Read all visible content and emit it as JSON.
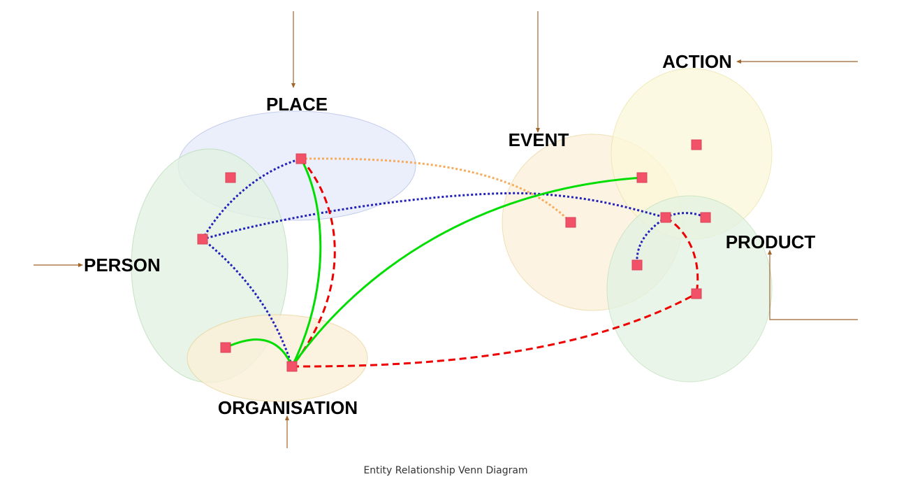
{
  "caption": "Entity Relationship Venn Diagram",
  "colors": {
    "node_fill": "#f25268",
    "node_stroke": "#d9435a",
    "pointer": "#a0652a",
    "solid_link": "#00dd00",
    "dashed_link": "#ee0000",
    "dotted_blue_link": "#2222bb",
    "dotted_orange_link": "#f6ac5c"
  },
  "sets": [
    {
      "id": "place",
      "label": "PLACE",
      "fill": "#e8edfb",
      "stroke": "#b9c3e8"
    },
    {
      "id": "person",
      "label": "PERSON",
      "fill": "#e2f2e2",
      "stroke": "#b9dcb6"
    },
    {
      "id": "organisation",
      "label": "ORGANISATION",
      "fill": "#fbf0d9",
      "stroke": "#e8d49a"
    },
    {
      "id": "event",
      "label": "EVENT",
      "fill": "#fcf1dd",
      "stroke": "#ebd9a2"
    },
    {
      "id": "action",
      "label": "ACTION",
      "fill": "#fcf8d9",
      "stroke": "#eae3a4"
    },
    {
      "id": "product",
      "label": "PRODUCT",
      "fill": "#e2f2e2",
      "stroke": "#bfdfb9"
    }
  ],
  "nodes": [
    {
      "id": "n_place",
      "set": "place"
    },
    {
      "id": "n_place_person",
      "set": "place+person"
    },
    {
      "id": "n_person",
      "set": "person"
    },
    {
      "id": "n_person_org",
      "set": "person+organisation"
    },
    {
      "id": "n_org",
      "set": "organisation"
    },
    {
      "id": "n_event",
      "set": "event"
    },
    {
      "id": "n_event_action",
      "set": "event+action"
    },
    {
      "id": "n_action",
      "set": "action"
    },
    {
      "id": "n_hub",
      "set": "event+action+product"
    },
    {
      "id": "n_action_product",
      "set": "action+product"
    },
    {
      "id": "n_event_product",
      "set": "event+product"
    },
    {
      "id": "n_product",
      "set": "product"
    }
  ],
  "links": [
    {
      "from": "n_person",
      "to": "n_place",
      "style": "dotted-blue"
    },
    {
      "from": "n_person",
      "to": "n_hub",
      "style": "dotted-blue"
    },
    {
      "from": "n_person",
      "to": "n_org",
      "style": "dotted-blue"
    },
    {
      "from": "n_place",
      "to": "n_event",
      "style": "dotted-orange"
    },
    {
      "from": "n_place",
      "to": "n_org",
      "style": "solid-green"
    },
    {
      "from": "n_place",
      "to": "n_org",
      "style": "dashed-red"
    },
    {
      "from": "n_person_org",
      "to": "n_org",
      "style": "solid-green"
    },
    {
      "from": "n_org",
      "to": "n_event_action",
      "style": "solid-green"
    },
    {
      "from": "n_org",
      "to": "n_product",
      "style": "dashed-red"
    },
    {
      "from": "n_hub",
      "to": "n_product",
      "style": "dashed-red"
    },
    {
      "from": "n_hub",
      "to": "n_action_product",
      "style": "dotted-blue"
    },
    {
      "from": "n_hub",
      "to": "n_event_product",
      "style": "dotted-blue"
    }
  ]
}
